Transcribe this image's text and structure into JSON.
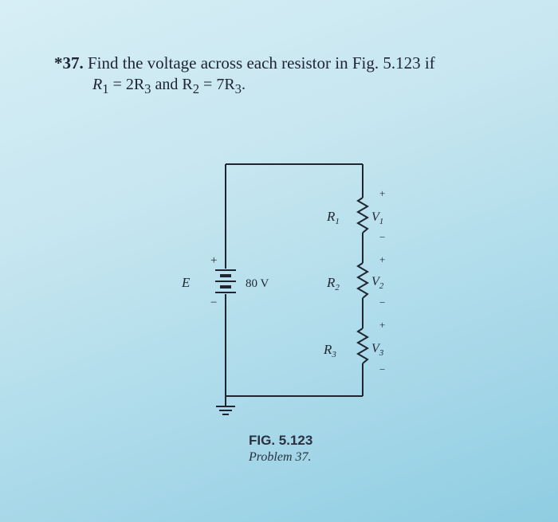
{
  "problem": {
    "number": "*37.",
    "statement": "Find the voltage across each resistor in Fig. 5.123 if",
    "relation_r1": "R",
    "relation_r1_sub": "1",
    "relation_mid": " = 2R",
    "relation_r3_sub": "3",
    "relation_and": " and R",
    "relation_r2_sub": "2",
    "relation_end": " = 7R",
    "relation_end_sub": "3",
    "relation_period": "."
  },
  "circuit": {
    "source_label": "E",
    "source_value": "80 V",
    "source_plus": "+",
    "source_minus": "−",
    "resistors": [
      {
        "name": "R",
        "sub": "1",
        "voltage": "V",
        "voltage_sub": "1",
        "plus": "+",
        "minus": "−"
      },
      {
        "name": "R",
        "sub": "2",
        "voltage": "V",
        "voltage_sub": "2",
        "plus": "+",
        "minus": "−"
      },
      {
        "name": "R",
        "sub": "3",
        "voltage": "V",
        "voltage_sub": "3",
        "plus": "+",
        "minus": "−"
      }
    ]
  },
  "caption": {
    "figure": "FIG. 5.123",
    "problem": "Problem 37."
  },
  "colors": {
    "ink": "#1f2632",
    "background": "#c6e6f0"
  }
}
